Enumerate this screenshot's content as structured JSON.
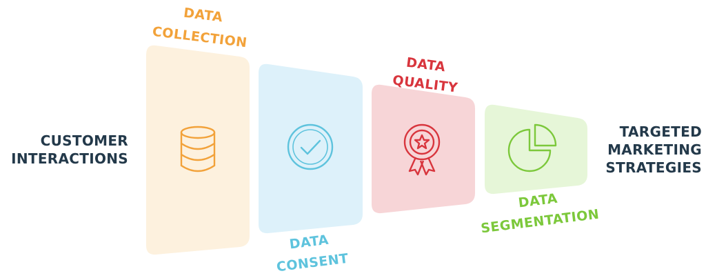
{
  "input_label": {
    "line1": "CUSTOMER",
    "line2": "INTERACTIONS"
  },
  "output_label": {
    "line1": "TARGETED",
    "line2": "MARKETING",
    "line3": "STRATEGIES"
  },
  "stages": [
    {
      "line1": "DATA",
      "line2": "COLLECTION",
      "icon": "database-icon",
      "color": "#f2a23a",
      "panel_color": "#fdf1de"
    },
    {
      "line1": "DATA",
      "line2": "CONSENT",
      "icon": "checkmark-circle-icon",
      "color": "#5ec3dd",
      "panel_color": "#ddf1fa"
    },
    {
      "line1": "DATA",
      "line2": "QUALITY",
      "icon": "award-ribbon-icon",
      "color": "#d8353d",
      "panel_color": "#f7d5d7"
    },
    {
      "line1": "DATA",
      "line2": "SEGMENTATION",
      "icon": "pie-chart-icon",
      "color": "#7cc83b",
      "panel_color": "#e6f6d8"
    }
  ]
}
